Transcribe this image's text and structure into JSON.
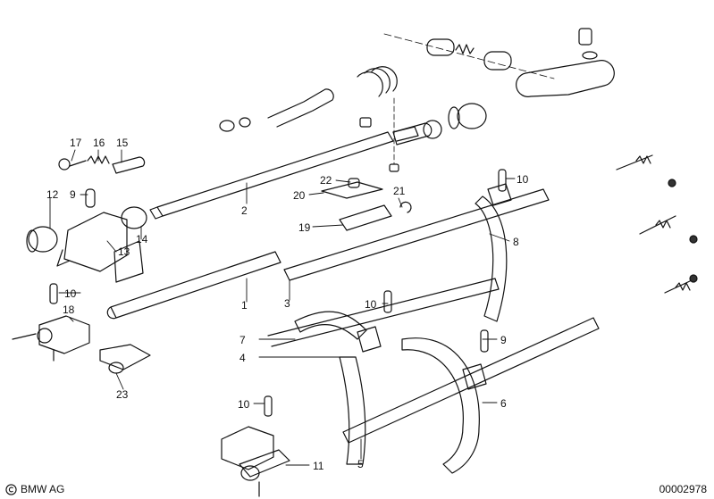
{
  "diagram": {
    "labels": [
      "1",
      "2",
      "3",
      "4",
      "5",
      "6",
      "7",
      "8",
      "9",
      "9",
      "10",
      "10",
      "10",
      "10",
      "11",
      "12",
      "13",
      "14",
      "15",
      "16",
      "17",
      "18",
      "19",
      "20",
      "21",
      "22",
      "23"
    ]
  },
  "footer": {
    "brand": "BMW AG",
    "document_number": "00002978"
  }
}
